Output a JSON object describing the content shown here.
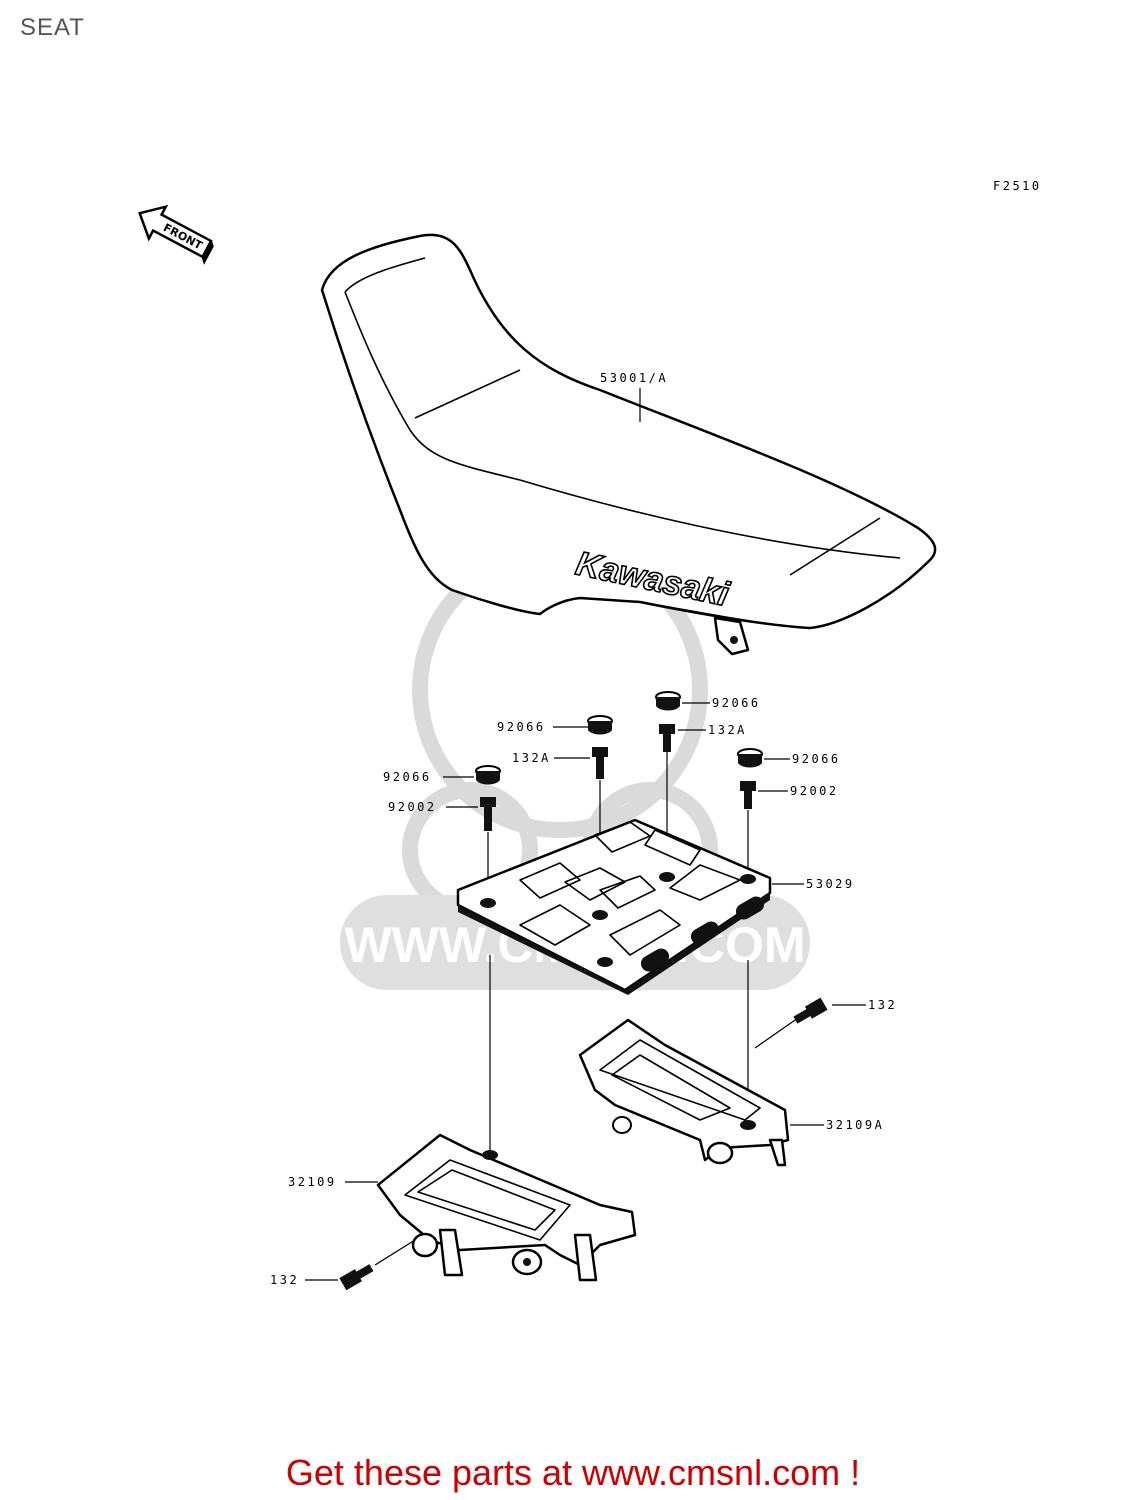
{
  "page_title": "SEAT",
  "figure_code": "F2510",
  "front_marker": "FRONT",
  "seat_logo": "Kawasaki",
  "watermark_text": "WWW.CMSNL.COM",
  "callouts": {
    "seat": "53001/A",
    "cap_top_right": "92066",
    "cap_mid": "92066",
    "cap_right": "92066",
    "cap_left": "92066",
    "bolt_132a_left": "132A",
    "bolt_132a_right": "132A",
    "bolt_92002_left": "92002",
    "bolt_92002_right": "92002",
    "base_plate": "53029",
    "bolt_132_right": "132",
    "bracket_right": "32109A",
    "bracket_left": "32109",
    "bolt_132_left": "132"
  },
  "footer": "Get these parts at www.cmsnl.com !"
}
